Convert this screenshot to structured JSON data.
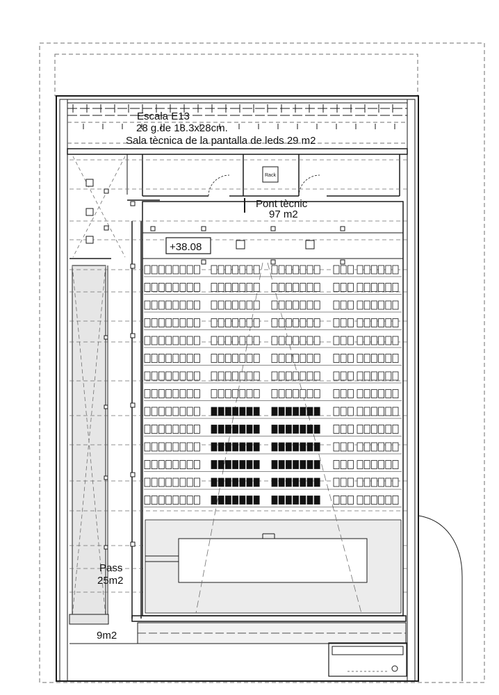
{
  "labels": {
    "stair_title": "Escala E13",
    "stair_spec": "28 g.de 18.3x28cm.",
    "tech_room": "Sala tècnica de la pantalla de leds 29 m2",
    "rack": "Rack",
    "bridge_name": "Pont tècnic",
    "bridge_area": "97 m2",
    "level": "+38.08",
    "pass_name": "Pass",
    "pass_area": "25m2",
    "small_area": "9m2"
  },
  "seating": {
    "rows": 14,
    "dark_rows_from": 8,
    "blocks": [
      "left",
      "center-left",
      "center",
      "center-right",
      "right"
    ]
  },
  "colors": {
    "line": "#1a1a1a",
    "dashed": "#6f6f6f",
    "fill_grey": "#e6e6e6",
    "seat_dark": "#111111"
  }
}
